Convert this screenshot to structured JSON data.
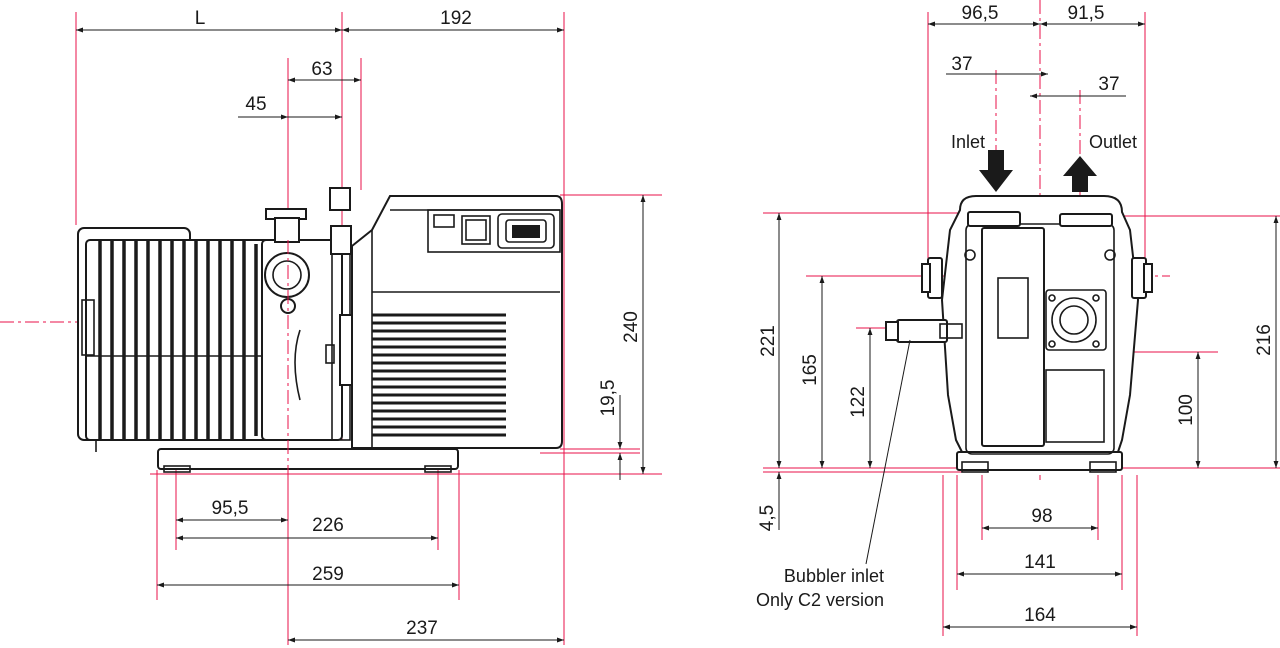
{
  "side_view": {
    "dims": {
      "L": "L",
      "d192": "192",
      "d63": "63",
      "d45": "45",
      "d240": "240",
      "d19_5": "19,5",
      "d95_5": "95,5",
      "d226": "226",
      "d259": "259",
      "d237": "237"
    }
  },
  "front_view": {
    "dims": {
      "d96_5": "96,5",
      "d91_5": "91,5",
      "d37_left": "37",
      "d37_right": "37",
      "d221": "221",
      "d165": "165",
      "d122": "122",
      "d4_5": "4,5",
      "d216": "216",
      "d100": "100",
      "d98": "98",
      "d141": "141",
      "d164": "164"
    },
    "labels": {
      "inlet": "Inlet",
      "outlet": "Outlet",
      "bubbler_line1": "Bubbler inlet",
      "bubbler_line2": "Only C2 version"
    }
  },
  "colors": {
    "dimension_lines": "#e8114a",
    "outline": "#1a1a1a",
    "background": "#ffffff"
  }
}
